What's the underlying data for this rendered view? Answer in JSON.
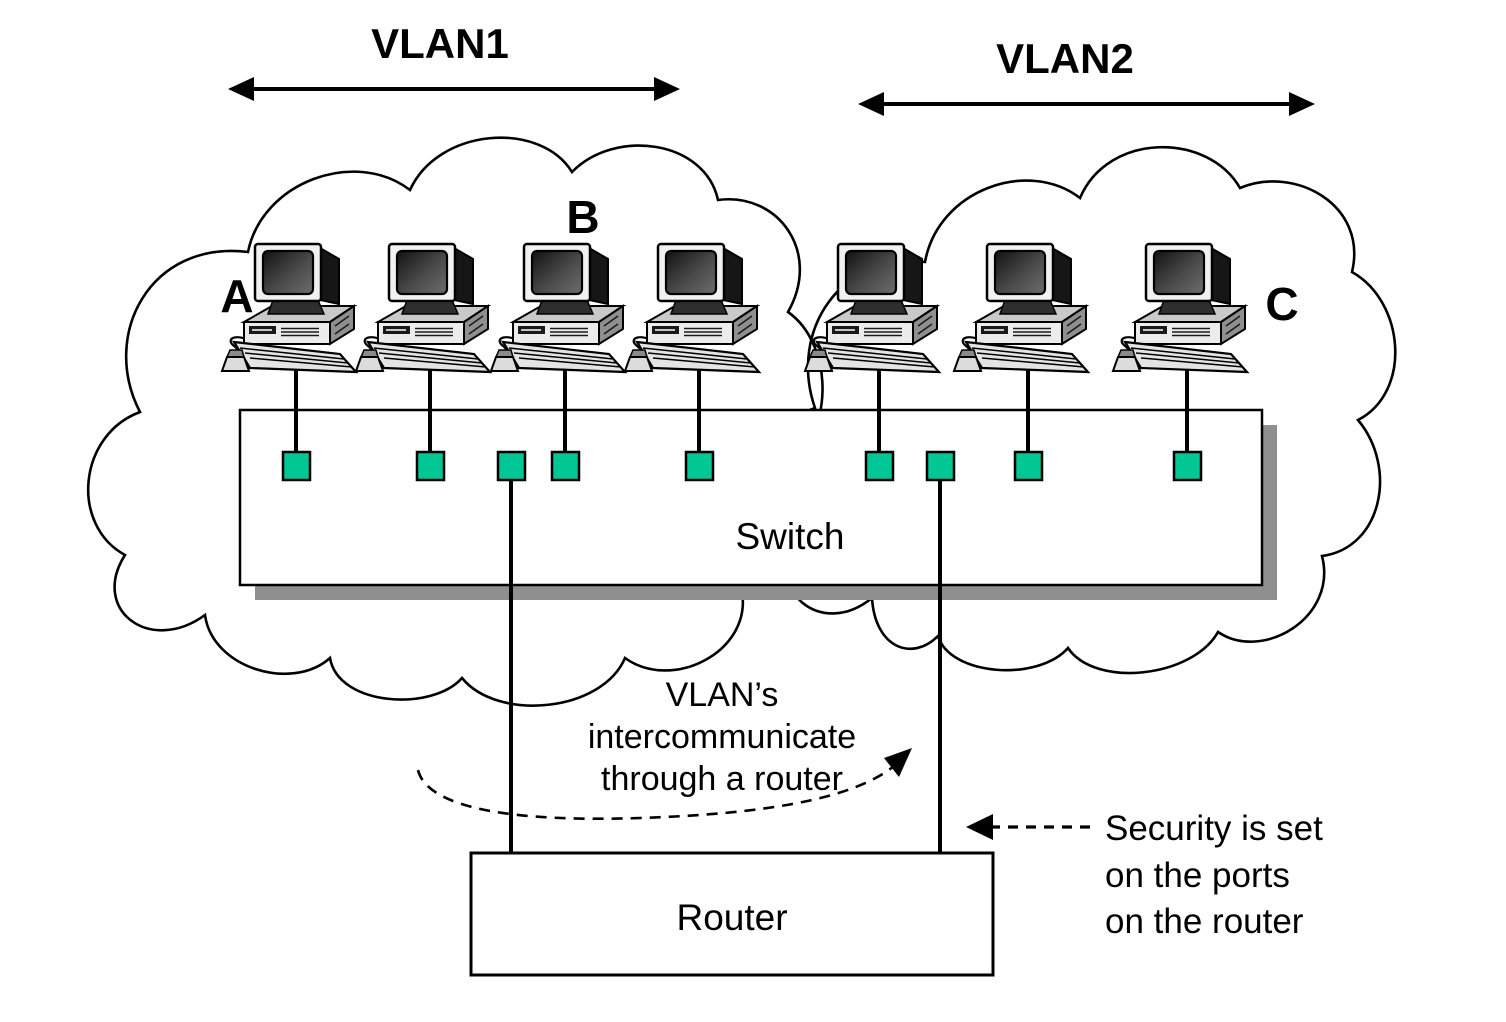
{
  "diagram": {
    "vlan1": {
      "label": "VLAN1"
    },
    "vlan2": {
      "label": "VLAN2"
    },
    "stations": {
      "a": "A",
      "b": "B",
      "c": "C"
    },
    "switch": {
      "label": "Switch",
      "port_color": "#00C794",
      "port_count": 9
    },
    "router": {
      "label": "Router"
    },
    "notes": {
      "intercommunicate": {
        "line1": "VLAN’s",
        "line2": "intercommunicate",
        "line3": "through a router"
      },
      "security": {
        "line1": "Security is set",
        "line2": "on the ports",
        "line3": "on the router"
      }
    }
  }
}
